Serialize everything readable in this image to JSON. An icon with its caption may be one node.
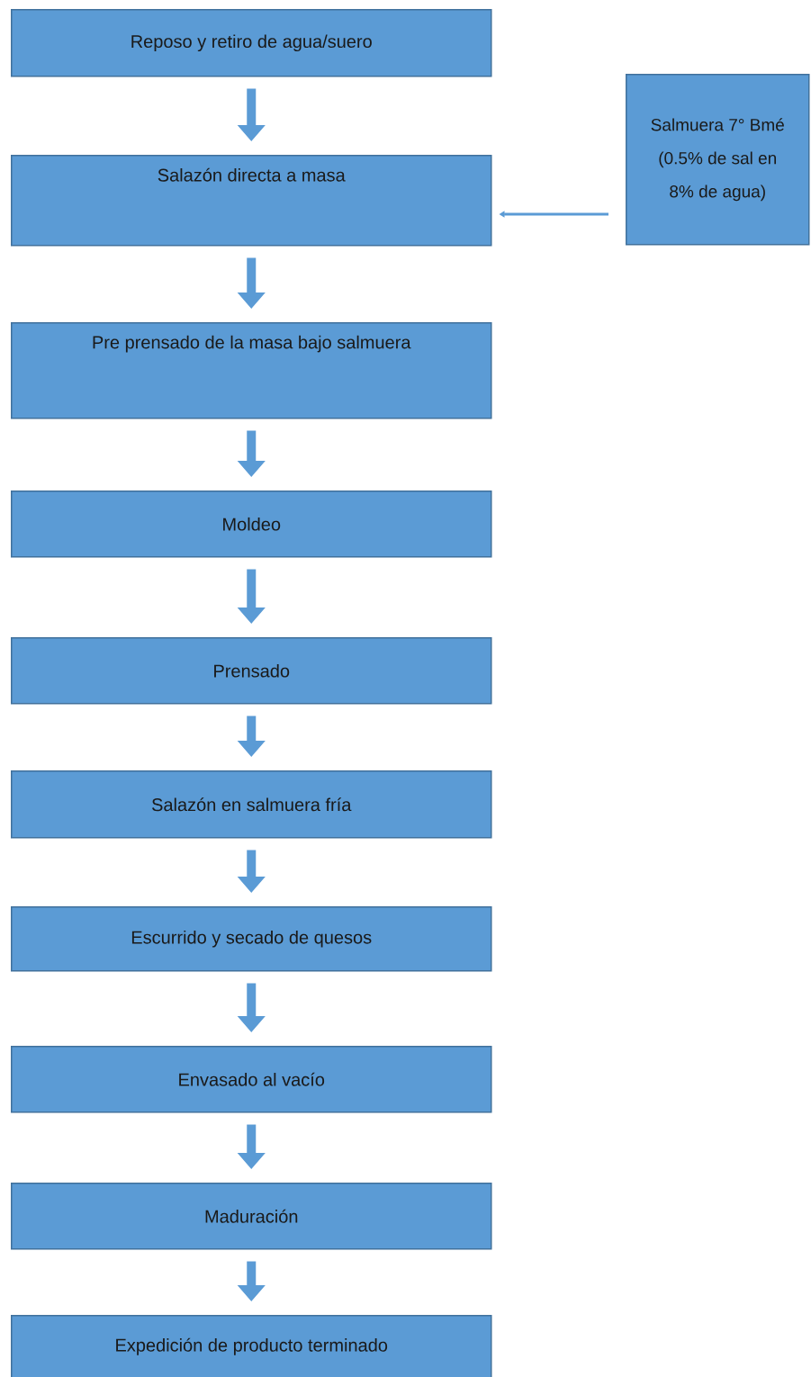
{
  "diagram": {
    "nodes": [
      {
        "text": [
          "Reposo y retiro de agua/suero"
        ]
      },
      {
        "text": [
          "Salazón directa a masa"
        ]
      },
      {
        "text": [
          "Pre prensado de la masa bajo salmuera"
        ]
      },
      {
        "text": [
          "Moldeo"
        ]
      },
      {
        "text": [
          "Prensado"
        ]
      },
      {
        "text": [
          "Salazón en salmuera fría"
        ]
      },
      {
        "text": [
          "Escurrido y secado de quesos"
        ]
      },
      {
        "text": [
          "Envasado al vacío"
        ]
      },
      {
        "text": [
          "Maduración"
        ]
      },
      {
        "text": [
          "Expedición de producto terminado"
        ]
      },
      {
        "text": [
          "Salmuera 7° Bmé (0.5% de sal en 8% de agua)"
        ]
      }
    ],
    "edges": [
      {
        "from": 0,
        "to": 1,
        "arrow": "to"
      },
      {
        "from": 1,
        "to": 2,
        "arrow": "to"
      },
      {
        "from": 2,
        "to": 3,
        "arrow": "to"
      },
      {
        "from": 3,
        "to": 4,
        "arrow": "to"
      },
      {
        "from": 4,
        "to": 5,
        "arrow": "to"
      },
      {
        "from": 5,
        "to": 6,
        "arrow": "to"
      },
      {
        "from": 6,
        "to": 7,
        "arrow": "to"
      },
      {
        "from": 7,
        "to": 8,
        "arrow": "to"
      },
      {
        "from": 8,
        "to": 9,
        "arrow": "to"
      },
      {
        "from": 10,
        "to": 1,
        "arrow": "to"
      }
    ]
  }
}
